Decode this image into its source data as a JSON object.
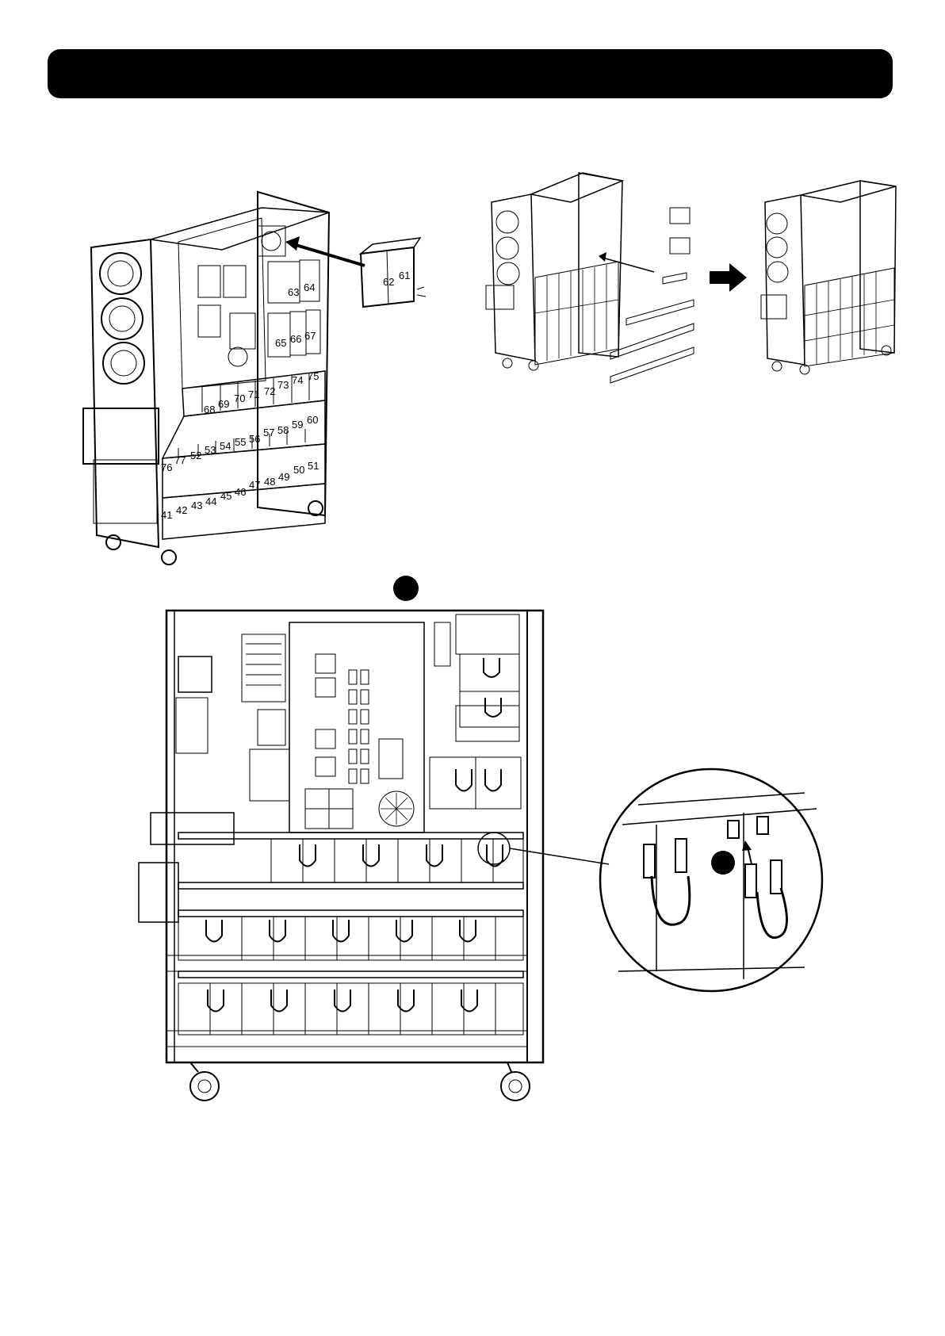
{
  "header": {
    "title": ""
  },
  "battery_labels": {
    "row_top": [
      "68",
      "69",
      "70",
      "71",
      "72",
      "73",
      "74",
      "75"
    ],
    "row_mid": [
      "77",
      "52",
      "53",
      "54",
      "55",
      "56",
      "57",
      "58",
      "59",
      "60"
    ],
    "row_low": [
      "76",
      "50",
      "51"
    ],
    "row_bottom": [
      "41",
      "42",
      "43",
      "44",
      "45",
      "46",
      "47",
      "48",
      "49"
    ],
    "upper_block": [
      "62",
      "61",
      "63",
      "64",
      "65",
      "66",
      "67"
    ]
  },
  "markers": {
    "step_dot_top": "",
    "step_dot_zoom": ""
  },
  "colors": {
    "ink": "#000000",
    "paper": "#ffffff"
  }
}
